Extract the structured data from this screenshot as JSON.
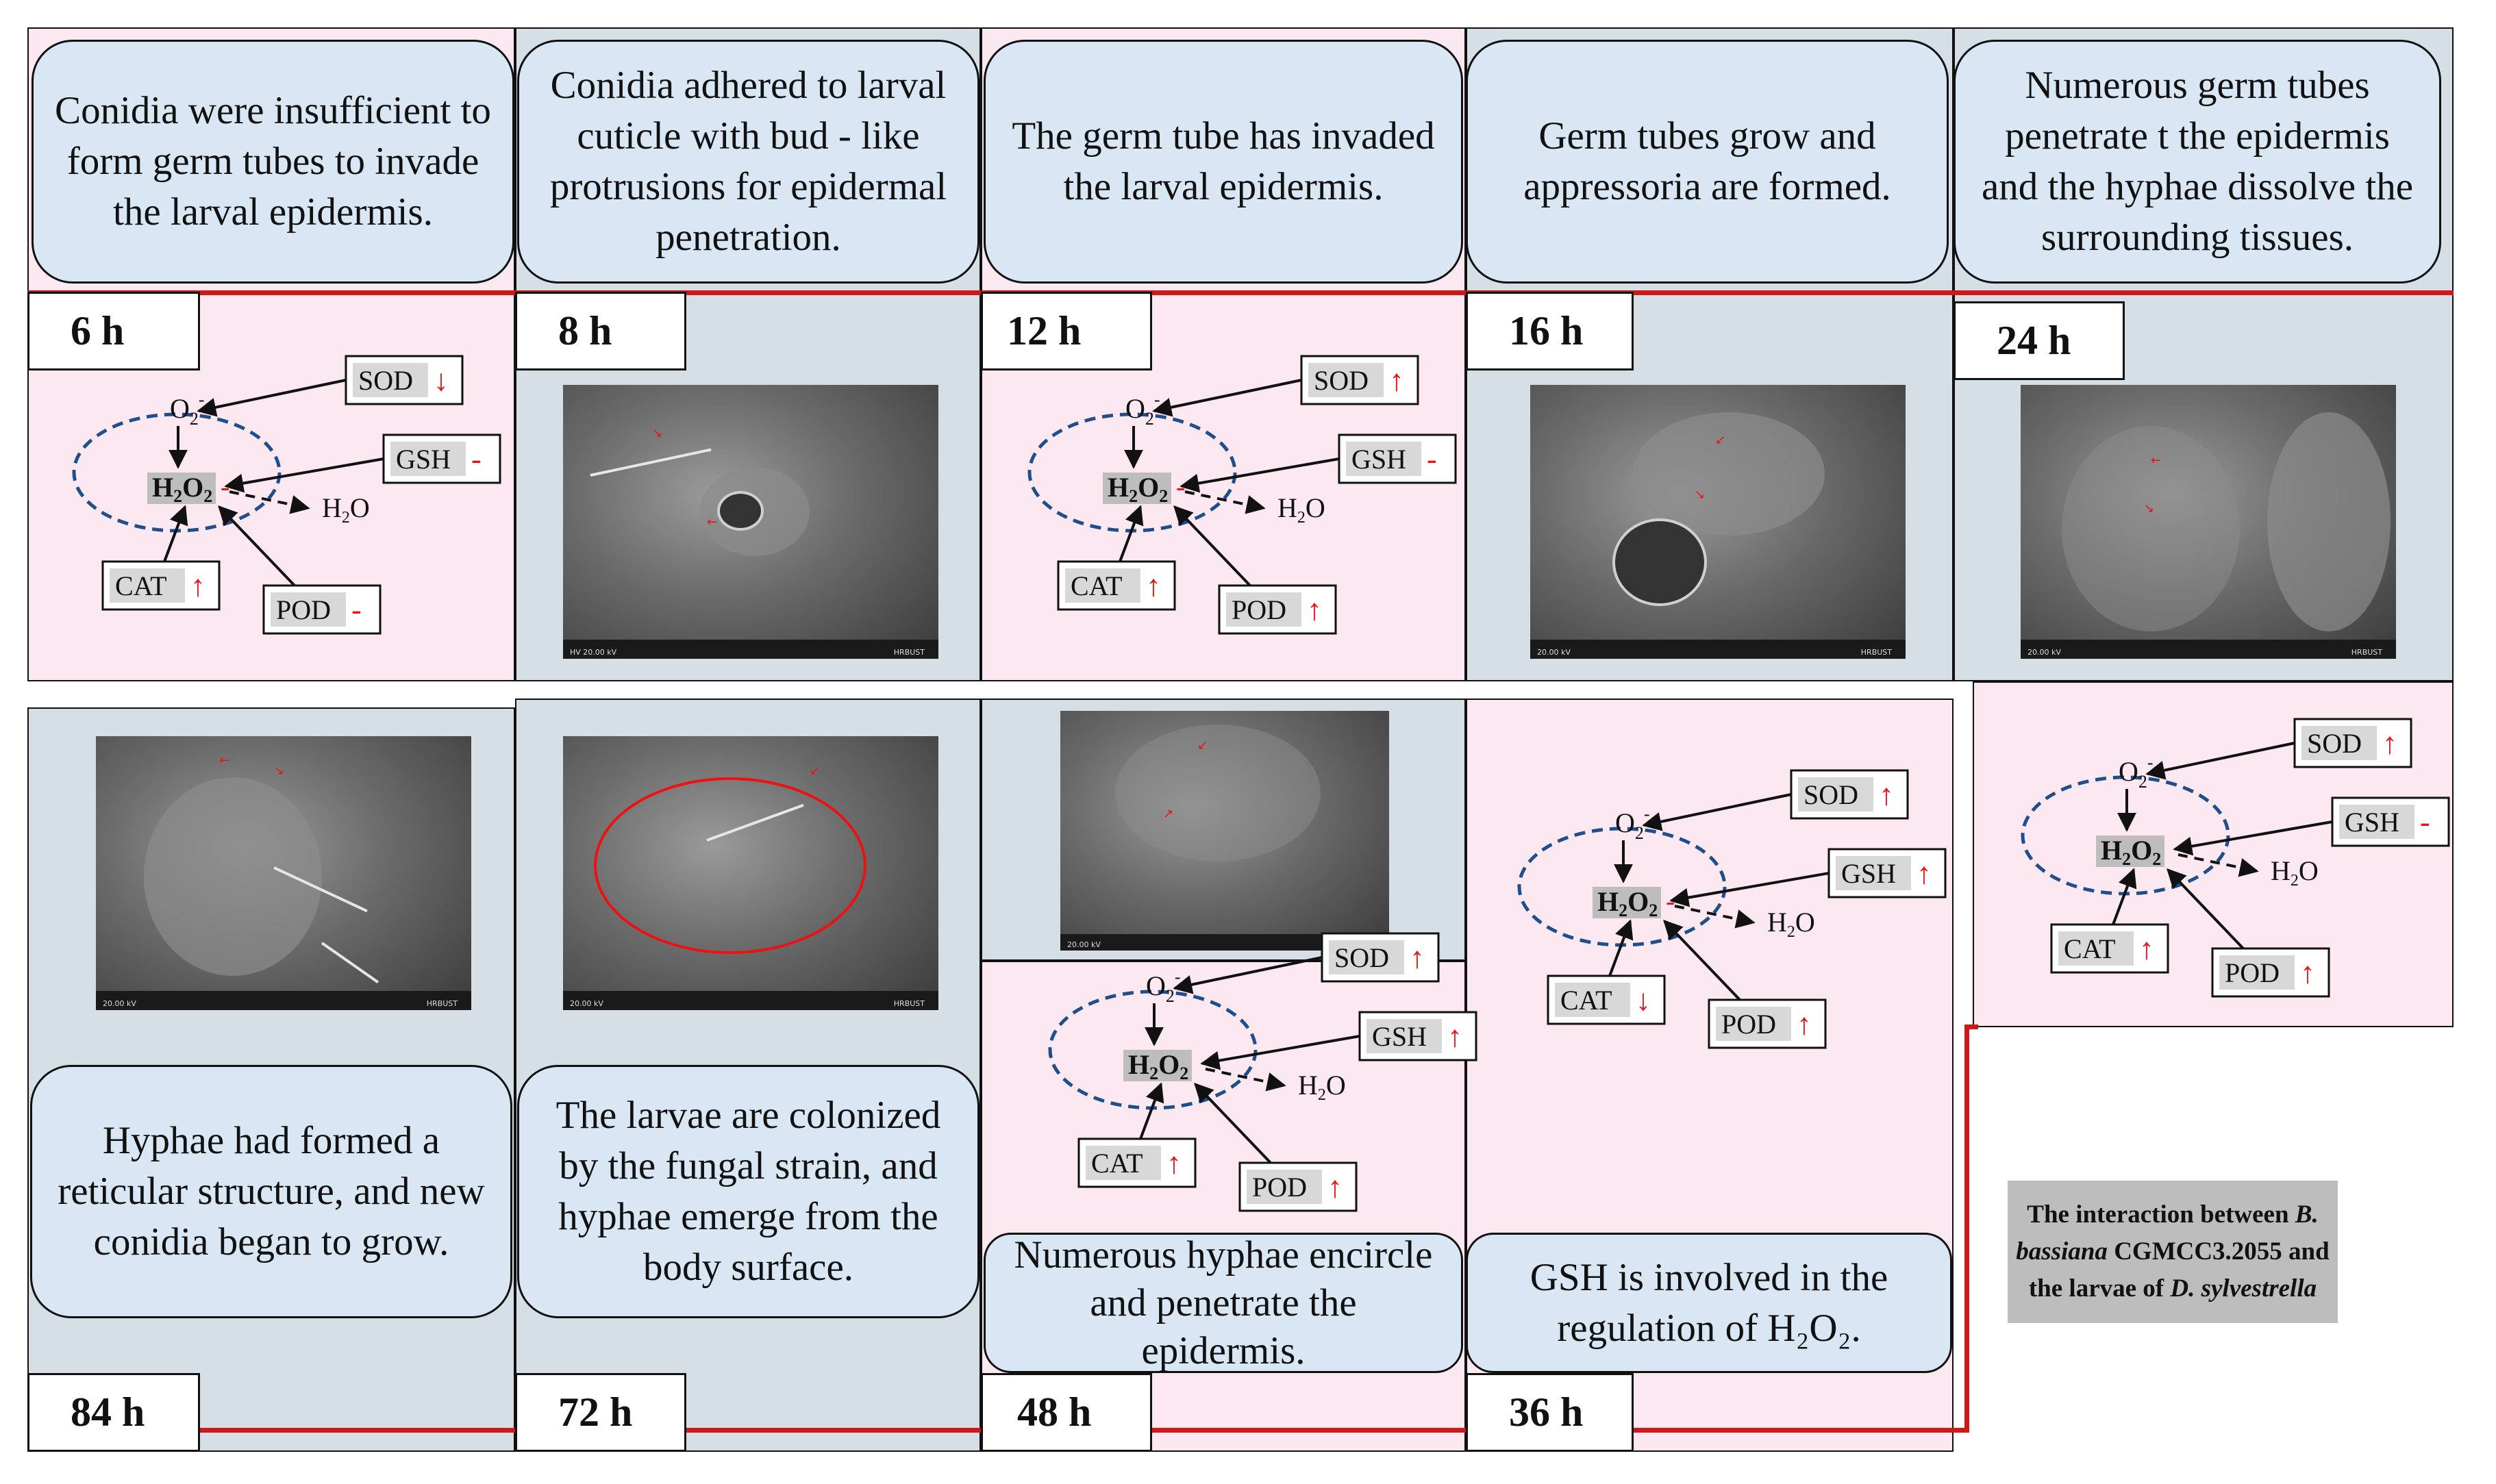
{
  "top_row": [
    {
      "time": "6 h",
      "caption": "Conidia were insufficient to form germ tubes to invade the larval epidermis."
    },
    {
      "time": "8 h",
      "caption": "Conidia adhered to larval cuticle with bud - like protrusions for epidermal penetration."
    },
    {
      "time": "12 h",
      "caption": "The germ tube has invaded the larval epidermis."
    },
    {
      "time": "16 h",
      "caption": "Germ tubes grow and appressoria are formed."
    },
    {
      "time": "24 h",
      "caption": "Numerous germ tubes penetrate t the epidermis and the hyphae dissolve the surrounding tissues."
    }
  ],
  "bottom_row": [
    {
      "time": "84 h",
      "caption": "Hyphae had formed a reticular structure, and new conidia began to grow."
    },
    {
      "time": "72 h",
      "caption": "The larvae are colonized by the fungal strain, and hyphae emerge from the body surface."
    },
    {
      "time": "48 h",
      "caption": "Numerous hyphae encircle and penetrate the epidermis."
    },
    {
      "time": "36 h",
      "caption": "GSH is involved in the regulation of H₂O₂."
    }
  ],
  "diagrams": {
    "6h": {
      "sod": "down",
      "gsh": "none",
      "cat": "up",
      "pod": "none",
      "h2o2_mark": "-"
    },
    "12h": {
      "sod": "up",
      "gsh": "none",
      "cat": "up",
      "pod": "up",
      "h2o2_mark": "-"
    },
    "24h": {
      "sod": "up",
      "gsh": "none",
      "cat": "up",
      "pod": "up",
      "h2o2_mark": ""
    },
    "36h": {
      "sod": "up",
      "gsh": "up",
      "cat": "down",
      "pod": "up",
      "h2o2_mark": "-"
    },
    "48h": {
      "sod": "up",
      "gsh": "up",
      "cat": "up",
      "pod": "up",
      "h2o2_mark": ""
    }
  },
  "labels": {
    "sod": "SOD",
    "gsh": "GSH",
    "cat": "CAT",
    "pod": "POD",
    "o2": "O",
    "o2_sub": "2",
    "o2_sup": "-",
    "h2o2_h": "H",
    "h2o2_sub": "2",
    "h2o2_o": "O",
    "h2o_h": "H",
    "h2o_sub": "2",
    "h2o_o": "O",
    "arrow_up": "↑",
    "arrow_down": "↓",
    "dash": "-"
  },
  "legend": {
    "line1_plain": "The interaction between ",
    "line1_italic": "B.",
    "line2_italic": "bassiana",
    "line2_plain": " CGMCC3.2055 and",
    "line3_plain": "the larvae of ",
    "line3_italic": "D. sylvestrella"
  },
  "colors": {
    "pink": "#fbe8f0",
    "grey": "#d6dee6",
    "caption_blue": "#d9e7f5",
    "red_line": "#d01818",
    "ellipse_blue": "#1f4e8c"
  }
}
